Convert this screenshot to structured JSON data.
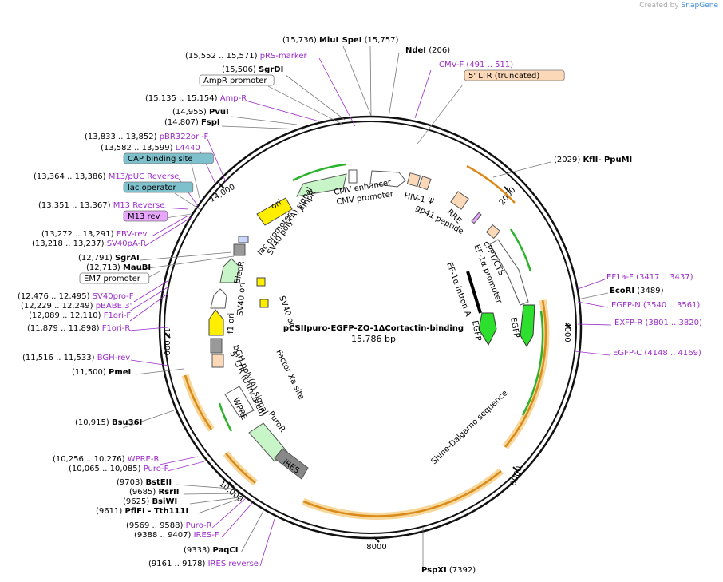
{
  "brand": {
    "prefix": "Created by",
    "name": "SnapGene"
  },
  "plasmid": {
    "name": "pCSIIpuro-EGFP-ZO-1ΔCortactin-binding",
    "size_label": "15,786 bp",
    "length": 15786
  },
  "colors": {
    "purple": "#9b2cc9",
    "black": "#000000",
    "orange_feature": "#d98a1a",
    "green_arrow": "#2ab32a",
    "light_green": "#c8f5c8",
    "peach": "#fbd9b8",
    "yellow": "#ffee00",
    "gray": "#888888",
    "teal": "#7ec0cc",
    "lilac": "#e8a6ff"
  },
  "ticks": [
    "2000",
    "4000",
    "6000",
    "8000",
    "10,000",
    "12,000",
    "14,000"
  ],
  "labels": [
    {
      "k": "l0",
      "coord": "(15,736)",
      "name": "MluI",
      "bold": true,
      "color": "black"
    },
    {
      "k": "l1",
      "name": "SpeI",
      "coord": "(15,757)",
      "bold": true,
      "color": "black"
    },
    {
      "k": "l2",
      "name": "NdeI",
      "coord": "(206)",
      "bold": true,
      "color": "black"
    },
    {
      "k": "l3",
      "coord": "(15,552 .. 15,571)",
      "name": "pRS-marker",
      "color": "purple"
    },
    {
      "k": "l4",
      "name": "CMV-F",
      "coord": "(491 .. 511)",
      "color": "purple"
    },
    {
      "k": "l5",
      "coord": "(15,506)",
      "name": "SgrDI",
      "bold": true,
      "color": "black"
    },
    {
      "k": "l6",
      "name": "5' LTR (truncated)",
      "box": "peach"
    },
    {
      "k": "l7",
      "name": "AmpR promoter",
      "box": "white"
    },
    {
      "k": "l8",
      "coord": "(15,135 .. 15,154)",
      "name": "Amp-R",
      "color": "purple"
    },
    {
      "k": "l9",
      "coord": "(14,955)",
      "name": "PvuI",
      "bold": true,
      "color": "black"
    },
    {
      "k": "l10",
      "coord": "(14,807)",
      "name": "FspI",
      "bold": true,
      "color": "black"
    },
    {
      "k": "l11",
      "coord": "(13,833 .. 13,852)",
      "name": "pBR322ori-F",
      "color": "purple"
    },
    {
      "k": "l12",
      "coord": "(13,582 .. 13,599)",
      "name": "L4440",
      "color": "purple"
    },
    {
      "k": "l13",
      "name": "CAP binding site",
      "box": "teal"
    },
    {
      "k": "l14",
      "coord": "(13,364 .. 13,386)",
      "name": "M13/pUC Reverse",
      "color": "purple"
    },
    {
      "k": "l15",
      "name": "lac operator",
      "box": "teal"
    },
    {
      "k": "l16",
      "coord": "(13,351 .. 13,367)",
      "name": "M13 Reverse",
      "color": "purple"
    },
    {
      "k": "l17",
      "name": "M13 rev",
      "box": "lilac"
    },
    {
      "k": "l18",
      "coord": "(13,272 .. 13,291)",
      "name": "EBV-rev",
      "color": "purple"
    },
    {
      "k": "l19",
      "coord": "(13,218 .. 13,237)",
      "name": "SV40pA-R",
      "color": "purple"
    },
    {
      "k": "l20",
      "coord": "(12,791)",
      "name": "SgrAI",
      "bold": true,
      "color": "black"
    },
    {
      "k": "l21",
      "coord": "(12,713)",
      "name": "MauBI",
      "bold": true,
      "color": "black"
    },
    {
      "k": "l22",
      "name": "EM7 promoter",
      "box": "white"
    },
    {
      "k": "l23",
      "coord": "(12,476 .. 12,495)",
      "name": "SV40pro-F",
      "color": "purple"
    },
    {
      "k": "l24",
      "coord": "(12,229 .. 12,249)",
      "name": "pBABE 3'",
      "color": "purple"
    },
    {
      "k": "l25",
      "coord": "(12,089 .. 12,110)",
      "name": "F1ori-F",
      "color": "purple"
    },
    {
      "k": "l26",
      "coord": "(11,879 .. 11,898)",
      "name": "F1ori-R",
      "color": "purple"
    },
    {
      "k": "l27",
      "coord": "(11,516 .. 11,533)",
      "name": "BGH-rev",
      "color": "purple"
    },
    {
      "k": "l28",
      "coord": "(11,500)",
      "name": "PmeI",
      "bold": true,
      "color": "black"
    },
    {
      "k": "l29",
      "coord": "(10,915)",
      "name": "Bsu36I",
      "bold": true,
      "color": "black"
    },
    {
      "k": "l30",
      "coord": "(10,256 .. 10,276)",
      "name": "WPRE-R",
      "color": "purple"
    },
    {
      "k": "l31",
      "coord": "(10,065 .. 10,085)",
      "name": "Puro-F",
      "color": "purple"
    },
    {
      "k": "l32",
      "coord": "(9703)",
      "name": "BstEII",
      "bold": true,
      "color": "black"
    },
    {
      "k": "l33",
      "coord": "(9685)",
      "name": "RsrII",
      "bold": true,
      "color": "black"
    },
    {
      "k": "l34",
      "coord": "(9625)",
      "name": "BsiWI",
      "bold": true,
      "color": "black"
    },
    {
      "k": "l35",
      "coord": "(9611)",
      "name": "PflFI",
      "bold": true,
      "color": "black",
      "suffix": " - Tth111I"
    },
    {
      "k": "l36",
      "coord": "(9569 .. 9588)",
      "name": "Puro-R",
      "color": "purple"
    },
    {
      "k": "l37",
      "coord": "(9388 .. 9407)",
      "name": "IRES-F",
      "color": "purple"
    },
    {
      "k": "l38",
      "coord": "(9333)",
      "name": "PaqCI",
      "bold": true,
      "color": "black"
    },
    {
      "k": "l39",
      "coord": "(9161 .. 9178)",
      "name": "IRES reverse",
      "color": "purple"
    },
    {
      "k": "l40",
      "name": "PspXI",
      "coord": "(7392)",
      "bold": true,
      "color": "black"
    },
    {
      "k": "l41",
      "name": "KflI",
      "bold": true,
      "color": "black",
      "suffix": "- PpuMI",
      "suffix_bold": true,
      "coord": "(2029)"
    },
    {
      "k": "l42",
      "name": "EF1a-F",
      "coord": "(3417 .. 3437)",
      "color": "purple"
    },
    {
      "k": "l43",
      "name": "EcoRI",
      "coord": "(3489)",
      "bold": true,
      "color": "black"
    },
    {
      "k": "l44",
      "name": "EGFP-N",
      "coord": "(3540 .. 3561)",
      "color": "purple"
    },
    {
      "k": "l45",
      "name": "EXFP-R",
      "coord": "(3801 .. 3820)",
      "color": "purple"
    },
    {
      "k": "l46",
      "name": "EGFP-C",
      "coord": "(4148 .. 4169)",
      "color": "purple"
    }
  ],
  "features_inside": [
    {
      "k": "f0",
      "text": "CMV enhancer"
    },
    {
      "k": "f1",
      "text": "CMV promoter"
    },
    {
      "k": "f2",
      "text": "HIV-1 Ψ"
    },
    {
      "k": "f3",
      "text": "RRE"
    },
    {
      "k": "f4",
      "text": "gp41 peptide"
    },
    {
      "k": "f5",
      "text": "cPPT/CTS"
    },
    {
      "k": "f6",
      "text": "EF-1α promoter"
    },
    {
      "k": "f7",
      "text": "EF-1α intron A"
    },
    {
      "k": "f8",
      "text": "EGFP"
    },
    {
      "k": "f9",
      "text": "EGFP"
    },
    {
      "k": "f10",
      "text": "AmpR"
    },
    {
      "k": "f11",
      "text": "ori"
    },
    {
      "k": "f12",
      "text": "lac promoter"
    },
    {
      "k": "f13",
      "text": "SV40 poly(A) signal"
    },
    {
      "k": "f14",
      "text": "BleoR"
    },
    {
      "k": "f15",
      "text": "SV40 ori"
    },
    {
      "k": "f16",
      "text": "SV40 ori"
    },
    {
      "k": "f17",
      "text": "f1 ori"
    },
    {
      "k": "f18",
      "text": "bGH poly(A) signal"
    },
    {
      "k": "f19",
      "text": "5' LTR (truncated)"
    },
    {
      "k": "f20",
      "text": "Factor Xa site"
    },
    {
      "k": "f21",
      "text": "WPRE"
    },
    {
      "k": "f22",
      "text": "PuroR"
    },
    {
      "k": "f23",
      "text": "IRES"
    },
    {
      "k": "f24",
      "text": "Shine-Dalgarno sequence"
    }
  ]
}
